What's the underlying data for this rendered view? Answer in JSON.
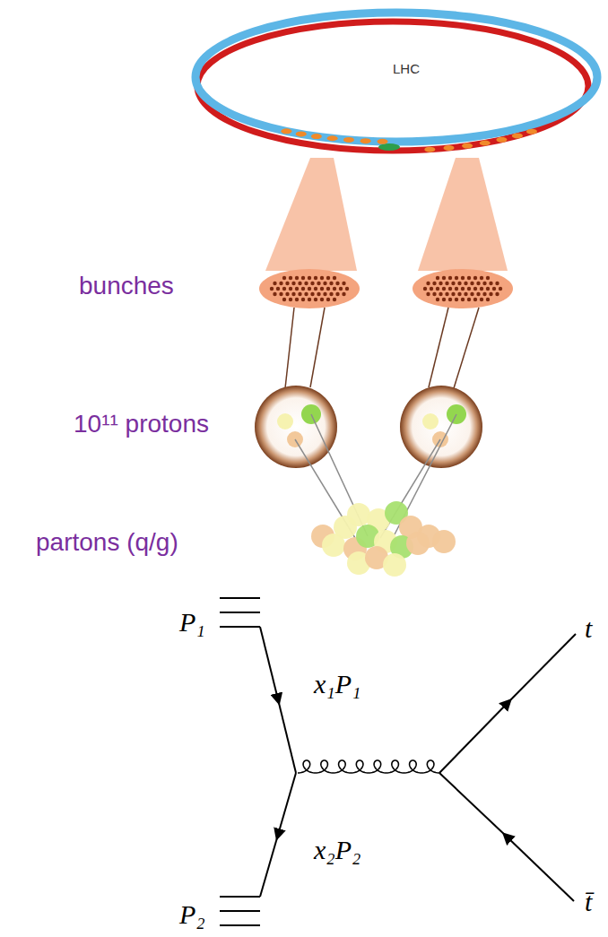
{
  "diagram": {
    "nodes": [
      {
        "text": [
          "LHC"
        ]
      }
    ],
    "labels": [
      "bunches",
      "10¹¹ protons",
      "partons (q/g)",
      "P₁",
      "x₁P₁",
      "x₂P₂",
      "P₂",
      "t",
      "t̄"
    ]
  }
}
